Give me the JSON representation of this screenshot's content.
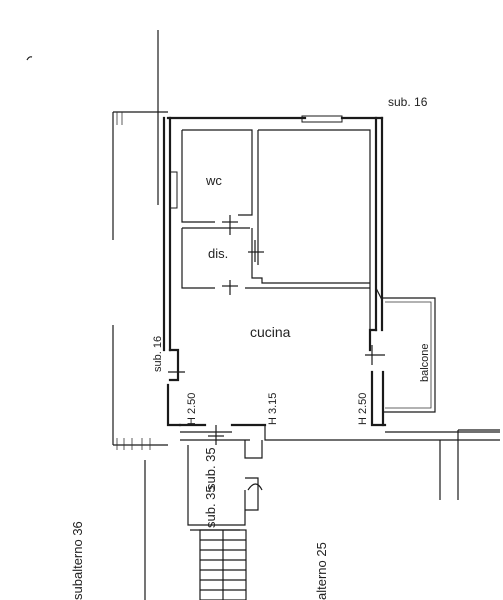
{
  "plan": {
    "rooms": {
      "wc": "wc",
      "dis": "dis.",
      "cucina": "cucina",
      "balcone": "balcone"
    },
    "heights": {
      "left": "H 2.50",
      "center": "H 3.15",
      "right": "H 2.50"
    },
    "subalterni": {
      "top_right": "sub. 16",
      "left_wall": "sub. 16",
      "stair_top": "sub. 35",
      "stair_bottom": "sub. 35",
      "bottom_left": "subalterno 36",
      "bottom_right": "alterno 25"
    }
  }
}
